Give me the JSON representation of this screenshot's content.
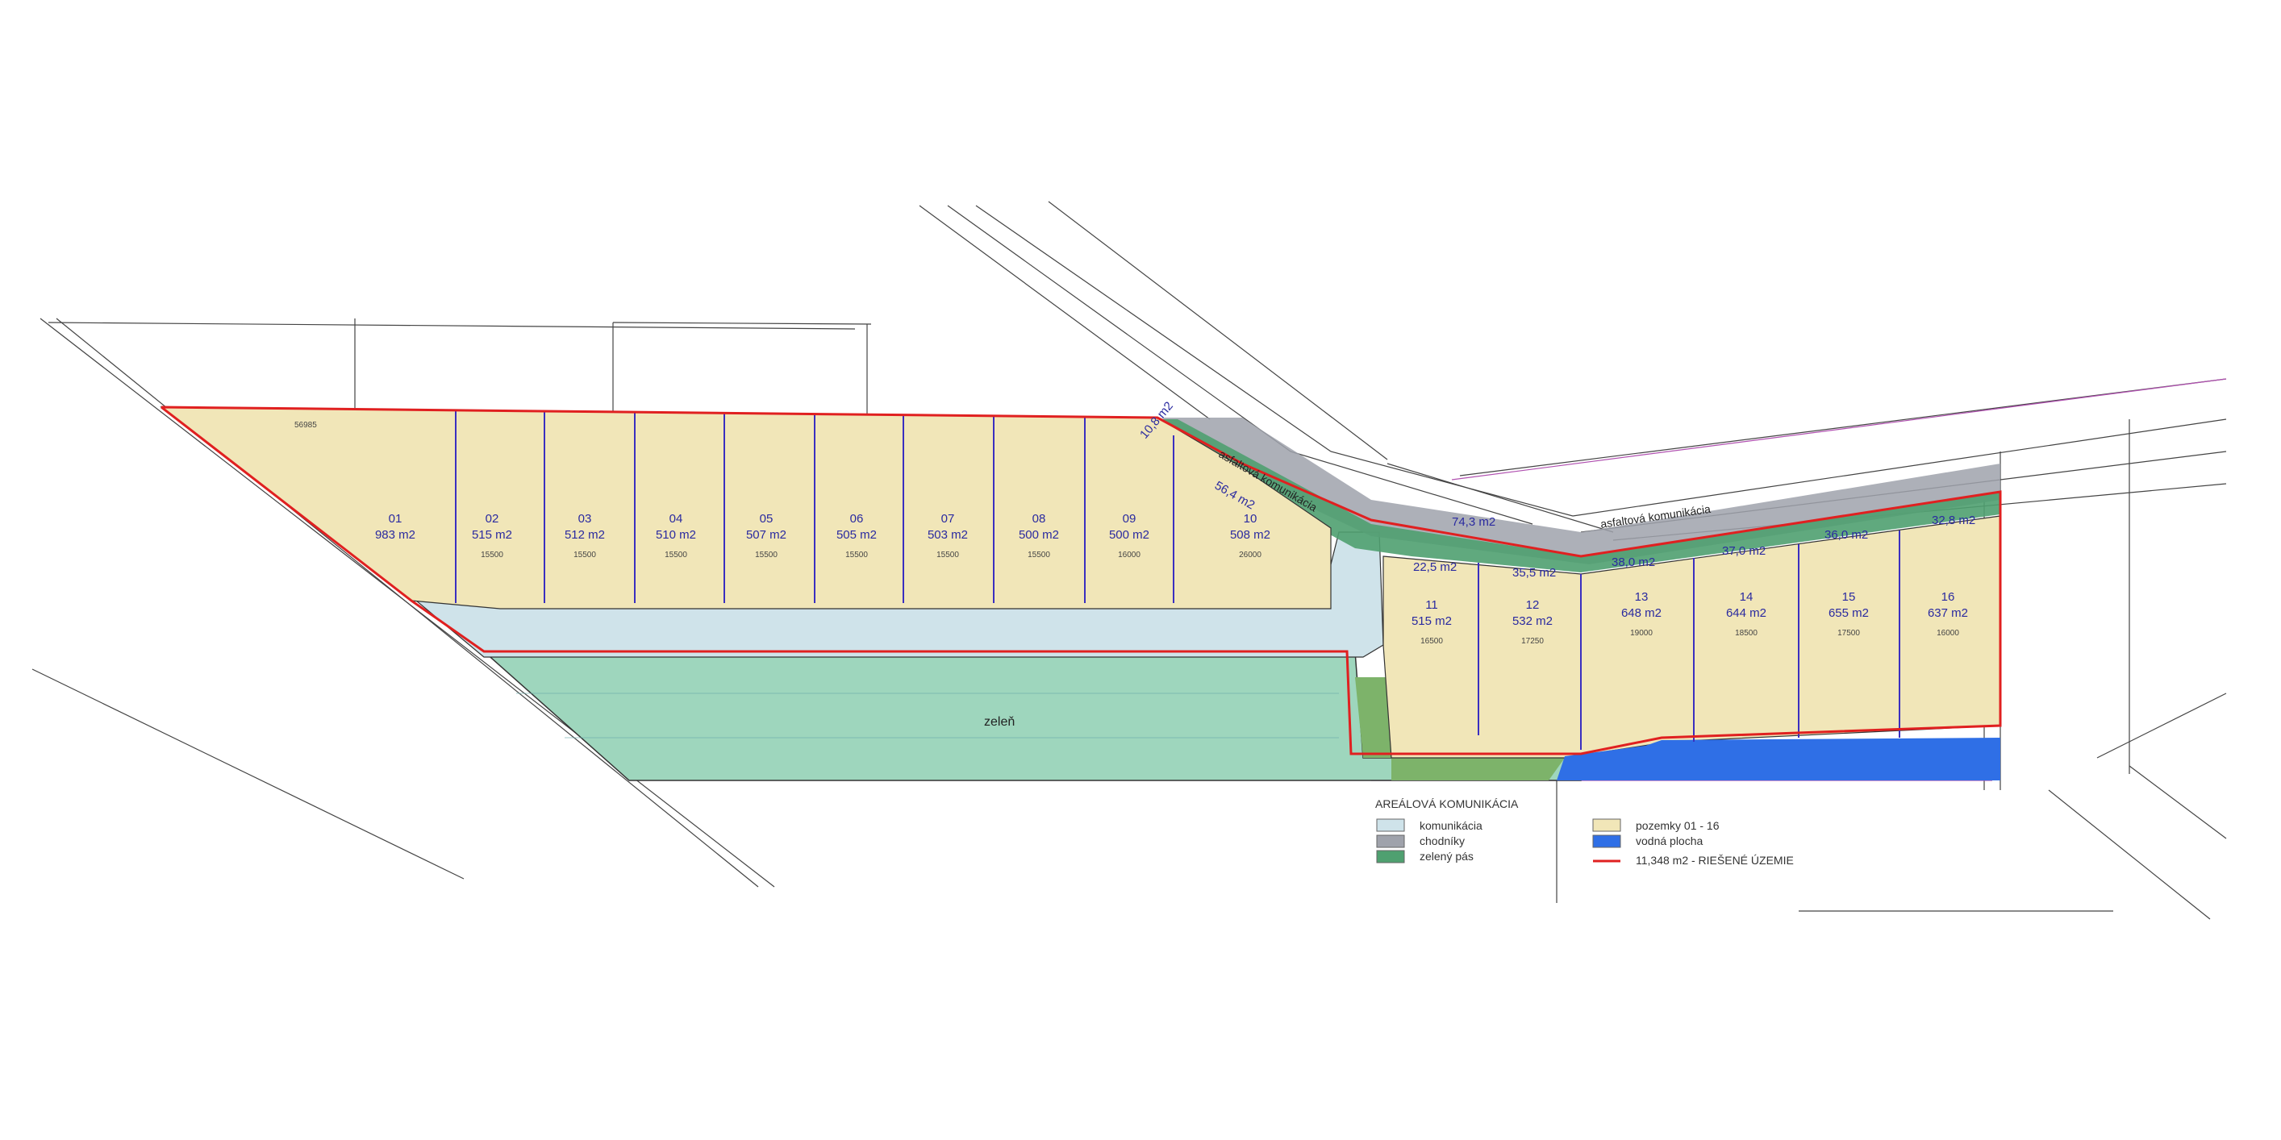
{
  "colors": {
    "plot": "#f1e6b8",
    "road": "#cfe3ea",
    "sidewalk": "#9fa2ab",
    "green_strip": "#4fa070",
    "greenery": "#9ed6bd",
    "water": "#2f6fe6",
    "boundary": "#e02020",
    "plot_line": "#3a2fc0",
    "context_line": "#333333"
  },
  "labels": {
    "road_label_1": "asfaltová komunikácia",
    "road_label_2": "asfaltová komunikácia",
    "greenery": "zeleň"
  },
  "plots": [
    {
      "no": "01",
      "area": "983 m2",
      "dim": ""
    },
    {
      "no": "02",
      "area": "515 m2",
      "dim": "15500"
    },
    {
      "no": "03",
      "area": "512 m2",
      "dim": "15500"
    },
    {
      "no": "04",
      "area": "510 m2",
      "dim": "15500"
    },
    {
      "no": "05",
      "area": "507 m2",
      "dim": "15500"
    },
    {
      "no": "06",
      "area": "505 m2",
      "dim": "15500"
    },
    {
      "no": "07",
      "area": "503 m2",
      "dim": "15500"
    },
    {
      "no": "08",
      "area": "500 m2",
      "dim": "15500"
    },
    {
      "no": "09",
      "area": "500 m2",
      "dim": "16000"
    },
    {
      "no": "10",
      "area": "508 m2",
      "dim": "26000"
    },
    {
      "no": "11",
      "area": "515 m2",
      "dim": "16500"
    },
    {
      "no": "12",
      "area": "532 m2",
      "dim": "17250"
    },
    {
      "no": "13",
      "area": "648 m2",
      "dim": "19000"
    },
    {
      "no": "14",
      "area": "644 m2",
      "dim": "18500"
    },
    {
      "no": "15",
      "area": "655 m2",
      "dim": "17500"
    },
    {
      "no": "16",
      "area": "637 m2",
      "dim": "16000"
    }
  ],
  "strip_areas": [
    "10,8 m2",
    "56,4 m2",
    "74,3 m2",
    "22,5 m2",
    "35,5 m2",
    "38,0 m2",
    "37,0 m2",
    "36,0 m2",
    "32,8 m2"
  ],
  "top_dimension": "56985",
  "legend": {
    "title": "AREÁLOVÁ KOMUNIKÁCIA",
    "items": [
      {
        "label": "komunikácia",
        "color": "#cfe3ea"
      },
      {
        "label": "chodníky",
        "color": "#9fa2ab"
      },
      {
        "label": "zelený pás",
        "color": "#4fa070"
      }
    ],
    "items_right": [
      {
        "label": "pozemky 01 - 16",
        "color": "#f1e6b8"
      },
      {
        "label": "vodná plocha",
        "color": "#2f6fe6"
      }
    ],
    "boundary_label": "11,348 m2 - RIEŠENÉ ÚZEMIE"
  }
}
